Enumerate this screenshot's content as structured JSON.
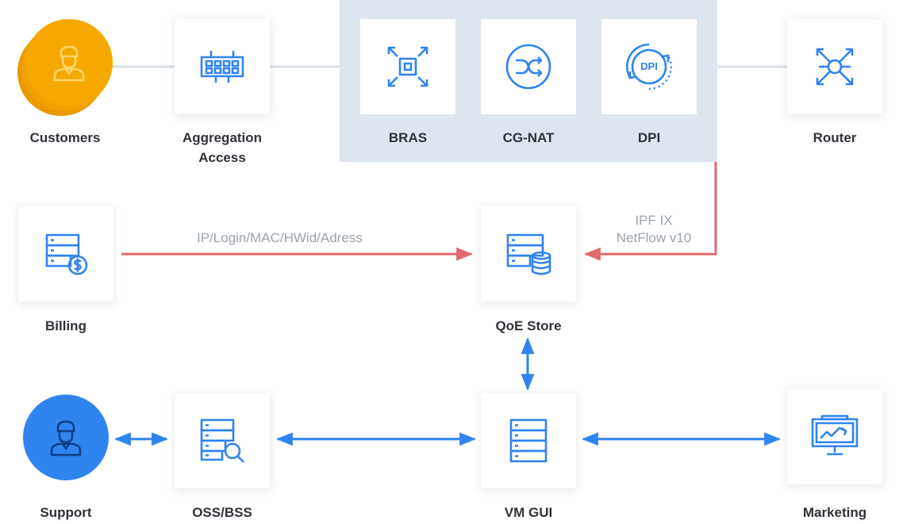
{
  "nodes": {
    "customers": "Customers",
    "aggregation_access_line1": "Aggregation",
    "aggregation_access_line2": "Access",
    "bras": "BRAS",
    "cgnat": "CG-NAT",
    "dpi": "DPI",
    "dpi_icon_text": "DPI",
    "router": "Router",
    "billing": "Billing",
    "qoe_store": "QoE Store",
    "support": "Support",
    "oss_bss": "OSS/BSS",
    "vm_gui": "VM GUI",
    "marketing": "Marketing"
  },
  "edges": {
    "billing_to_qoe": "IP/Login/MAC/HWid/Adress",
    "dpi_to_qoe_line1": "IPF IX",
    "dpi_to_qoe_line2": "NetFlow v10"
  },
  "colors": {
    "accent_blue": "#2f84f0",
    "customer_orange": "#f7a800",
    "support_blue": "#2f84f0",
    "data_flow_red": "#e06b6b",
    "link_gray": "#d7dfe7",
    "group_background": "#dde5ee"
  },
  "icons": {
    "customers": "user-icon",
    "aggregation_access": "switch-icon",
    "bras": "expand-arrows-icon",
    "cgnat": "shuffle-icon",
    "dpi": "dpi-cycle-icon",
    "router": "router-arrows-icon",
    "billing": "server-dollar-icon",
    "qoe_store": "server-database-icon",
    "support": "user-icon",
    "oss_bss": "server-search-icon",
    "vm_gui": "server-icon",
    "marketing": "monitor-chart-icon"
  }
}
